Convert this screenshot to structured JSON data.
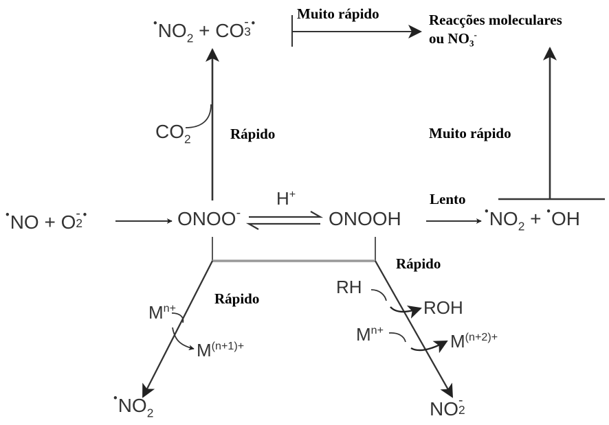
{
  "species": {
    "no_radical": "NO",
    "plus": "+",
    "o2": "O",
    "o2_sub": "2",
    "minus": "-",
    "peroxynitrite": "ONOO",
    "h_plus": "H",
    "h_plus_charge": "+",
    "peroxynitrous_acid": "ONOOH",
    "co2": "CO",
    "co2_sub": "2",
    "no2": "NO",
    "no2_sub": "2",
    "co3": "CO",
    "co3_sub": "3",
    "oh": "OH",
    "metal": "M",
    "metal_charge": "n+",
    "metal_ox1_charge": "(n+1)+",
    "metal_ox2_charge": "(n+2)+",
    "rh": "RH",
    "roh": "ROH",
    "nitrite": "NO",
    "nitrite_sub": "2"
  },
  "labels": {
    "muito_rapido_top": "Muito rápido",
    "molecular_line1": "Reacções moleculares",
    "molecular_line2_prefix": "ou NO",
    "molecular_line2_sub": "3",
    "molecular_line2_sup": "-",
    "rapido_co2": "Rápido",
    "muito_rapido_right": "Muito rápido",
    "lento": "Lento",
    "rapido_right": "Rápido",
    "rapido_left": "Rápido"
  }
}
